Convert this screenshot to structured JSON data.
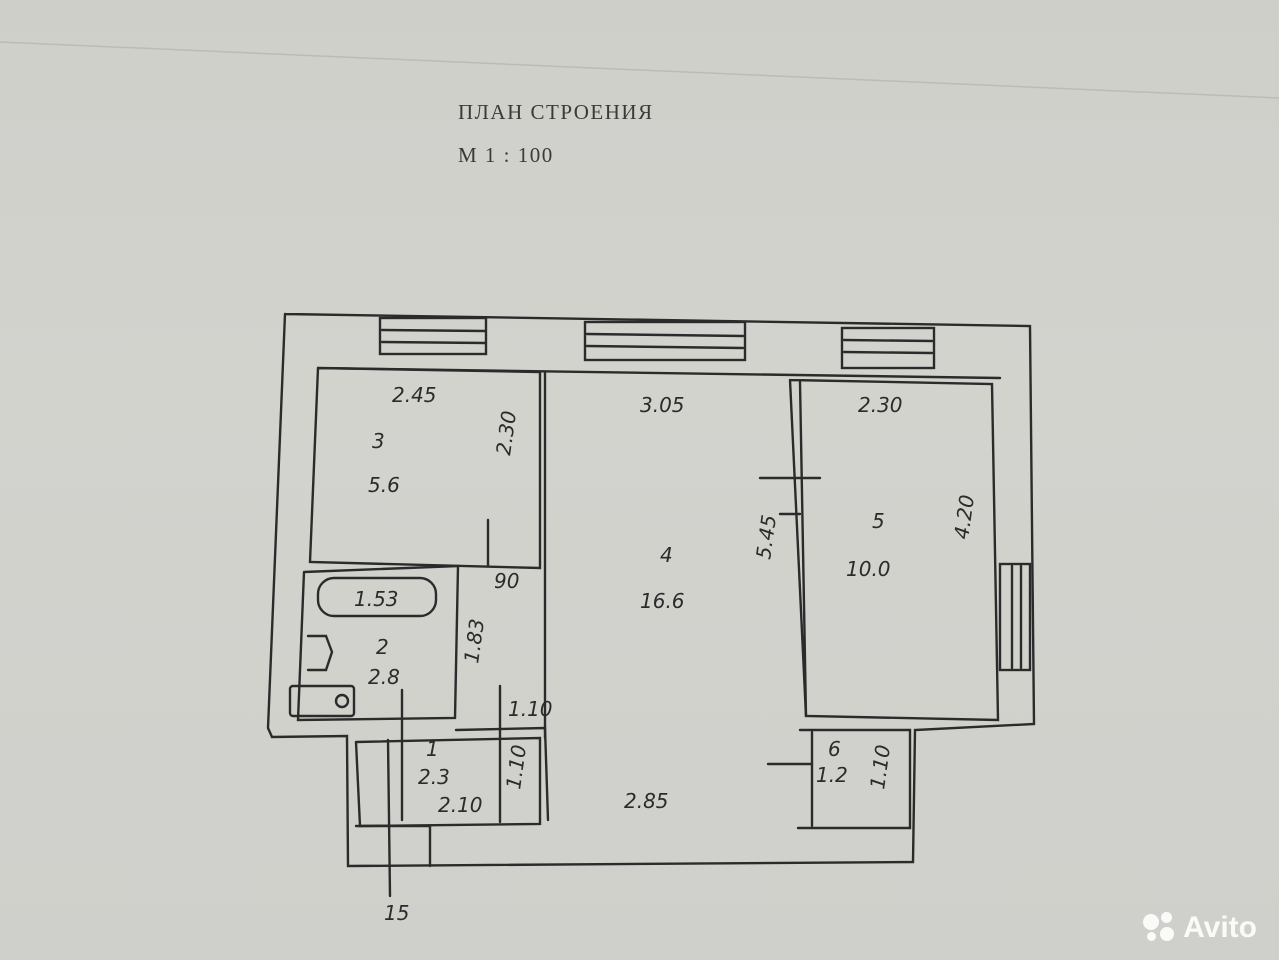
{
  "header": {
    "title": "ПЛАН СТРОЕНИЯ",
    "scale": "М 1 : 100"
  },
  "rooms": [
    {
      "number": "3",
      "area": "5.6",
      "width": "2.45",
      "depth": "2.30"
    },
    {
      "number": "4",
      "area": "16.6",
      "width": "3.05",
      "depth": "5.45"
    },
    {
      "number": "5",
      "area": "10.0",
      "width": "2.30",
      "depth": "4.20"
    },
    {
      "number": "2",
      "area": "2.8",
      "depth": "1.83"
    },
    {
      "number": "1",
      "area": "2.3",
      "width": "2.10",
      "depth": "1.10"
    },
    {
      "number": "6",
      "area": "1.2",
      "depth": "1.10"
    }
  ],
  "dimensions": {
    "bathtub": "1.53",
    "opening_90": "90",
    "hall_width_1_10": "1.10",
    "hall_length": "2.85",
    "entry_15": "15"
  },
  "watermark": {
    "text": "Avito"
  },
  "colors": {
    "paper": "#d1d1cc",
    "ink": "#2b2b2b",
    "print": "#3a3a3a"
  }
}
